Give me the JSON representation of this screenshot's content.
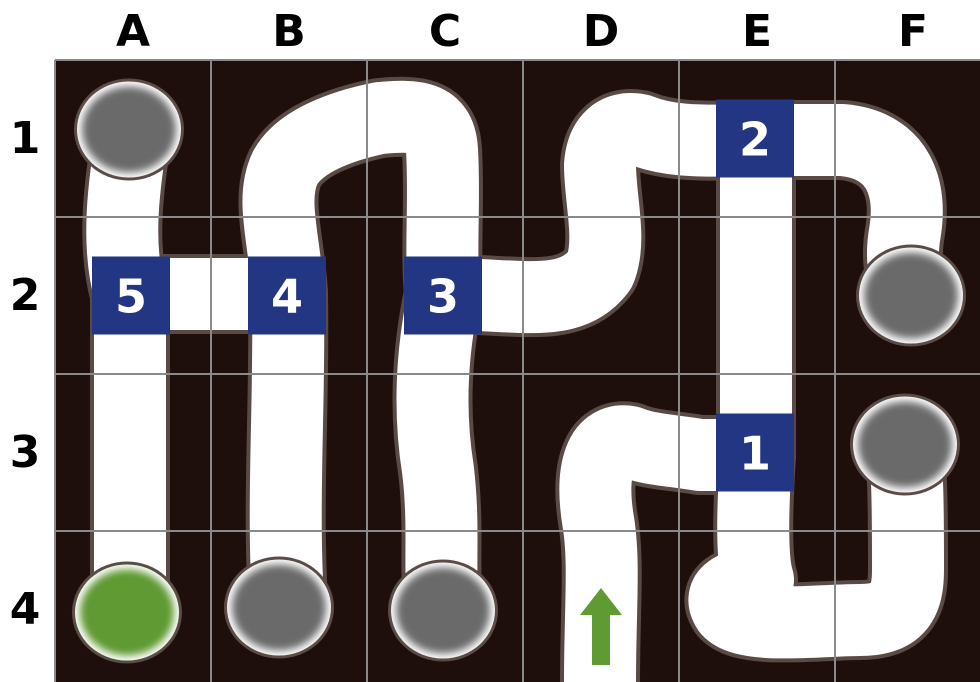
{
  "columns": [
    "A",
    "B",
    "C",
    "D",
    "E",
    "F"
  ],
  "rows": [
    "1",
    "2",
    "3",
    "4"
  ],
  "colors": {
    "board": "#1e0f0d",
    "grid": "#8a8a8a",
    "path": "#ffffff",
    "path_outline": "#5a4a46",
    "hole": "#6a6a6a",
    "start_hole": "#5f9a32",
    "badge": "#233683",
    "arrow": "#5f9a32"
  },
  "badges": [
    {
      "label": "1",
      "cell": "E3"
    },
    {
      "label": "2",
      "cell": "E1"
    },
    {
      "label": "3",
      "cell": "C2"
    },
    {
      "label": "4",
      "cell": "B2"
    },
    {
      "label": "5",
      "cell": "A2"
    }
  ],
  "holes": [
    {
      "cell": "A1",
      "type": "grey-hole"
    },
    {
      "cell": "F2",
      "type": "grey-hole"
    },
    {
      "cell": "F3",
      "type": "grey-hole"
    },
    {
      "cell": "A4",
      "type": "green-hole"
    },
    {
      "cell": "B4",
      "type": "grey-hole"
    },
    {
      "cell": "C4",
      "type": "grey-hole"
    }
  ],
  "start": {
    "cell": "D4",
    "icon": "up-arrow-icon"
  }
}
